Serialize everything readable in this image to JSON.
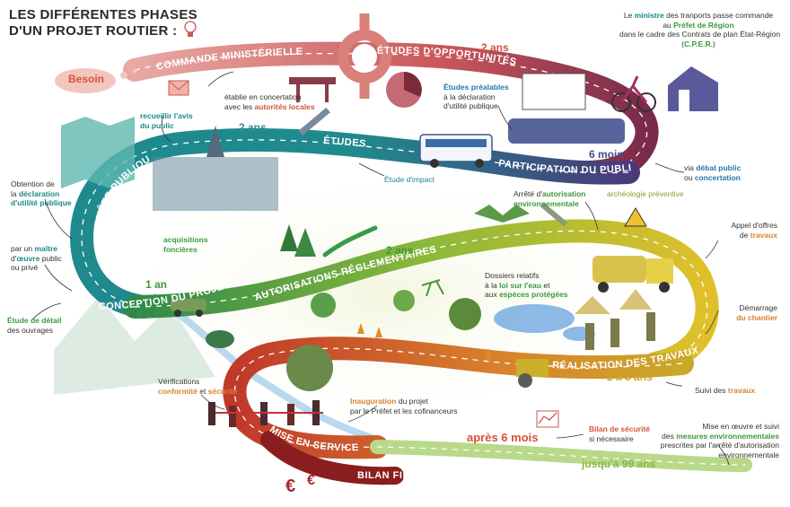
{
  "title": {
    "line1": "LES DIFFÉRENTES PHASES",
    "line2": "D'UN PROJET ROUTIER :"
  },
  "road_labels": {
    "commande": "COMMANDE MINISTÉRIELLE",
    "etudes_opp": "ÉTUDES D'OPPORTUNITÉS",
    "participation": "PARTICIPATION DU PUBLIC",
    "etudes": "ÉTUDES",
    "enquete": "ENQUÊTE PUBLIQUE",
    "conception": "CONCEPTION DU PROJET",
    "autorisations": "AUTORISATIONS RÉGLEMENTAIRES",
    "realisation": "RÉALISATION DES TRAVAUX",
    "mise": "MISE EN SERVICE",
    "bilan": "BILAN FINANCIER"
  },
  "durations": {
    "d2ans_a": "2 ans",
    "d2ans_b": "2 ans",
    "d6mois": "6 mois",
    "d2ans_c": "2 ans",
    "d1an": "1 an",
    "d2a3": "2 à 3 ans",
    "apres": "après 6 mois",
    "jusqua": "jusqu'à 99 ans"
  },
  "besoin": "Besoin",
  "notes": {
    "ministre": {
      "a": "Le ",
      "b": "ministre",
      "c": " des tranports passe commande",
      "d": "au ",
      "e": "Préfet de Région",
      "f": "dans le cadre des Contrats de plan État-Région",
      "g": "(",
      "h": "C.P.E.R.",
      "i": ")"
    },
    "concertation": {
      "l1": "établie en concertation",
      "l2a": "avec les ",
      "l2b": "autorités locales"
    },
    "etudes_prealables": {
      "l1": "Études préalables",
      "l2": "à la déclaration",
      "l3": "d'utilité publique"
    },
    "recueillir": {
      "l1": "recueillir l'avis",
      "l2": "du public"
    },
    "debat": {
      "l1a": "via ",
      "l1b": "débat public",
      "l2a": "ou ",
      "l2b": "concertation"
    },
    "obtention": {
      "l1": "Obtention de",
      "l2a": "la ",
      "l2b": "déclaration",
      "l3": "d'utilité publique"
    },
    "impact": "Étude d'impact",
    "arrete": {
      "l1a": "Arrêté d'",
      "l1b": "autorisation",
      "l2": "environnementale"
    },
    "archeo": "archéologie préventive",
    "appel": {
      "l1": "Appel d'offres",
      "l2a": "de ",
      "l2b": "travaux"
    },
    "maitre": {
      "l1a": "par un ",
      "l1b": "maître",
      "l2a": "d'",
      "l2b": "œuvre",
      "l2c": " public",
      "l3": "ou privé"
    },
    "acquisitions": {
      "l1": "acquisitions",
      "l2": "foncières"
    },
    "dossiers": {
      "l1": "Dossiers relatifs",
      "l2a": "à la ",
      "l2b": "loi sur l'eau",
      "l2c": " et",
      "l3a": "aux ",
      "l3b": "espèces protégées"
    },
    "demarrage": {
      "l1": "Démarrage",
      "l2": "du chantier"
    },
    "detail": {
      "l1": "Étude de détail",
      "l2": "des ouvrages"
    },
    "verifications": {
      "l1": "Vérifications",
      "l2a": "conformité",
      "l2b": " et ",
      "l2c": "sécurité"
    },
    "suivi": {
      "l1": "Suivi des ",
      "l1b": "travaux"
    },
    "inauguration": {
      "l1a": "Inauguration",
      "l1b": " du projet",
      "l2": "par le Préfet et les cofinanceurs"
    },
    "bilan_secu": {
      "l1": "Bilan de sécurité",
      "l2": "si nécessaire"
    },
    "mise_oeuvre": {
      "l1": "Mise en œuvre et suivi",
      "l2a": "des ",
      "l2b": "mesures environnementales",
      "l3": "prescrites par l'arrêté d'autorisation",
      "l4": "environnementale"
    }
  },
  "colors": {
    "road_red": "#c9575a",
    "road_purple": "#6a3f7a",
    "road_teal": "#1f8a8e",
    "road_green": "#3f9a4a",
    "road_yellow": "#d9c12a",
    "road_darkred": "#9a2a2a",
    "road_lightgreen": "#9ac45a",
    "accent_red": "#d4533b",
    "accent_teal": "#1b8a8a",
    "accent_green": "#3b9a3b"
  }
}
